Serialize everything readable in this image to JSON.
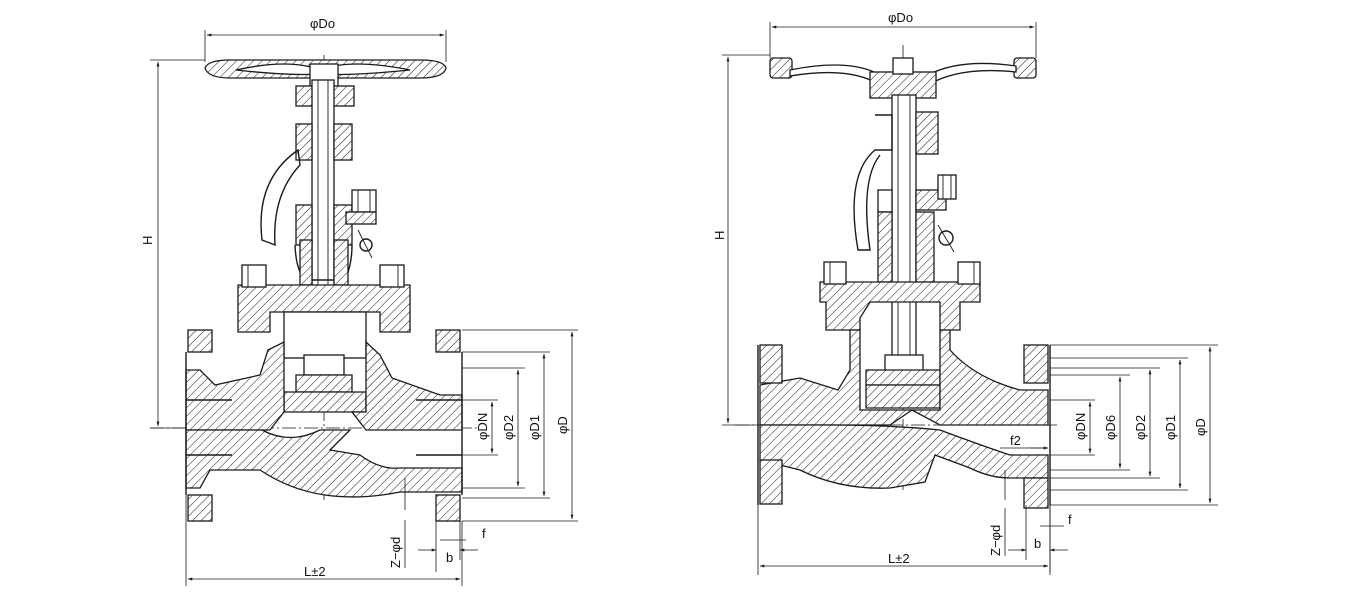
{
  "left_view": {
    "handwheel_dia": "φDo",
    "height": "H",
    "bore": "φDN",
    "d2": "φD2",
    "d1": "φD1",
    "d": "φD",
    "bolt_holes": "Z−φd",
    "flange_thickness": "b",
    "raised_face": "f",
    "length": "L±2"
  },
  "right_view": {
    "handwheel_dia": "φDo",
    "height": "H",
    "bore": "φDN",
    "d6": "φD6",
    "d2": "φD2",
    "d1": "φD1",
    "d": "φD",
    "f2": "f2",
    "bolt_holes": "Z−φd",
    "flange_thickness": "b",
    "raised_face": "f",
    "length": "L±2"
  }
}
